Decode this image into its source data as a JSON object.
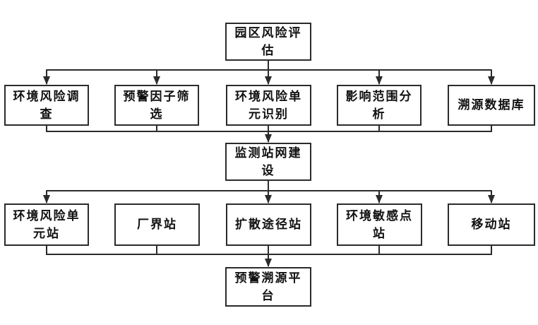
{
  "colors": {
    "line": "#2b2b2b",
    "text": "#111111",
    "box_bg": "#ffffff"
  },
  "nodes": {
    "park_risk_assessment": {
      "label": "园区风险评\n估"
    },
    "env_risk_survey": {
      "label": "环境风险调\n查"
    },
    "warning_factor_screening": {
      "label": "预警因子筛\n选"
    },
    "env_risk_unit_identification": {
      "label": "环境风险单\n元识别"
    },
    "impact_scope_analysis": {
      "label": "影响范围分\n析"
    },
    "traceability_database": {
      "label": "溯源数据库"
    },
    "monitoring_network_construction": {
      "label": "监测站网建\n设"
    },
    "env_risk_unit_station": {
      "label": "环境风险单\n元站"
    },
    "factory_boundary_station": {
      "label": "厂界站"
    },
    "diffusion_path_station": {
      "label": "扩散途径站"
    },
    "env_sensitive_point_station": {
      "label": "环境敏感点\n站"
    },
    "mobile_station": {
      "label": "移动站"
    },
    "warning_traceability_platform": {
      "label": "预警溯源平\n台"
    }
  }
}
